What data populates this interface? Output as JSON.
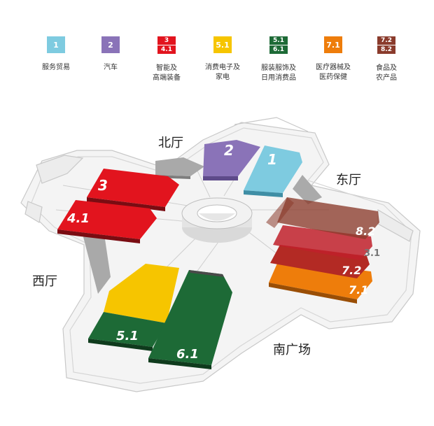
{
  "legend": [
    {
      "code": "1",
      "code2": "",
      "label": "服务贸易",
      "color": "#7ecbe0",
      "color2": ""
    },
    {
      "code": "2",
      "code2": "",
      "label": "汽车",
      "color": "#8a73b8",
      "color2": ""
    },
    {
      "code": "3",
      "code2": "4.1",
      "label": "智能及\n高端装备",
      "color": "#e2141e",
      "color2": "#e2141e"
    },
    {
      "code": "5.1",
      "code2": "",
      "label": "消费电子及\n家电",
      "color": "#f6c500",
      "color2": ""
    },
    {
      "code": "5.1",
      "code2": "6.1",
      "label": "服装服饰及\n日用消费品",
      "color": "#1d6a36",
      "color2": "#1d6a36"
    },
    {
      "code": "7.1",
      "code2": "",
      "label": "医疗器械及\n医药保健",
      "color": "#ee7d0b",
      "color2": ""
    },
    {
      "code": "7.2",
      "code2": "8.2",
      "label": "食品及\n农产品",
      "color": "#8a3b2c",
      "color2": "#8a3b2c"
    }
  ],
  "halls": {
    "north": "北厅",
    "east": "东厅",
    "west": "西厅",
    "south": "南广场"
  },
  "zones": {
    "z2": {
      "label": "2",
      "color": "#8a73b8"
    },
    "z1": {
      "label": "1",
      "color": "#7ecbe0"
    },
    "z3": {
      "label": "3",
      "color": "#e2141e"
    },
    "z41": {
      "label": "4.1",
      "color": "#e2141e"
    },
    "z51": {
      "label": "5.1",
      "top_color": "#f6c500",
      "bottom_color": "#1d6a36"
    },
    "z61": {
      "label": "6.1",
      "color": "#1d6a36"
    },
    "z82": {
      "label": "8.2",
      "color": "#8a3b2c"
    },
    "z31": {
      "label": "3.1",
      "color": "#c0202a"
    },
    "z72": {
      "label": "7.2",
      "color": "#b32a24"
    },
    "z71": {
      "label": "7.1",
      "color": "#ee7d0b"
    }
  }
}
